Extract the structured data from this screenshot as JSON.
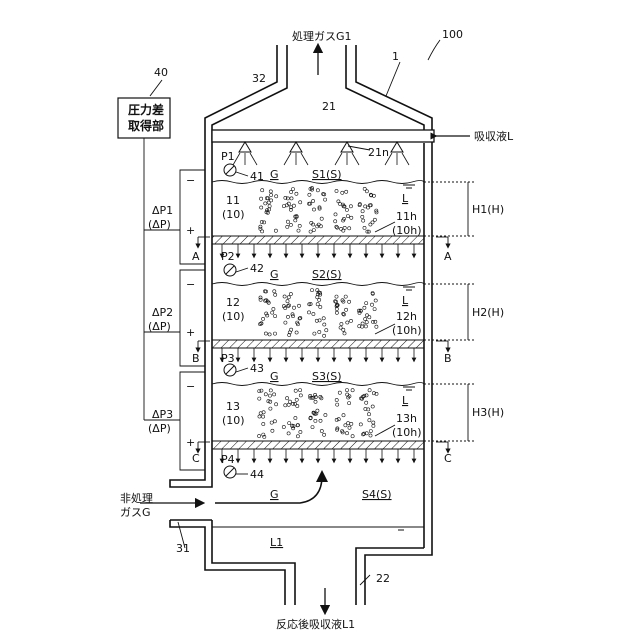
{
  "labels": {
    "top_gas": "処理ガスG1",
    "ref_100": "100",
    "ref_40": "40",
    "ref_1": "1",
    "ref_32": "32",
    "ref_21": "21",
    "ref_21n": "21n",
    "absorb_in": "吸収液L",
    "pd_box_line1": "圧力差",
    "pd_box_line2": "取得部",
    "p1": "P1",
    "p2": "P2",
    "p3": "P3",
    "p4": "P4",
    "s41": "41",
    "s42": "42",
    "s43": "43",
    "s44": "44",
    "g": "G",
    "s1": "S1(S)",
    "s2": "S2(S)",
    "s3": "S3(S)",
    "s4": "S4(S)",
    "l": "L",
    "b11": "11",
    "b12": "12",
    "b13": "13",
    "b10": "(10)",
    "h11": "11h",
    "h12": "12h",
    "h13": "13h",
    "h10": "(10h)",
    "dp1": "ΔP1",
    "dp2": "ΔP2",
    "dp3": "ΔP3",
    "dp": "(ΔP)",
    "minus": "−",
    "plus": "+",
    "A": "A",
    "B": "B",
    "C": "C",
    "H1": "H1(H)",
    "H2": "H2(H)",
    "H3": "H3(H)",
    "gas_in_1": "非処理",
    "gas_in_2": "ガスG",
    "ref_31": "31",
    "ref_22": "22",
    "L1": "L1",
    "bottom_out": "反応後吸収液L1"
  }
}
